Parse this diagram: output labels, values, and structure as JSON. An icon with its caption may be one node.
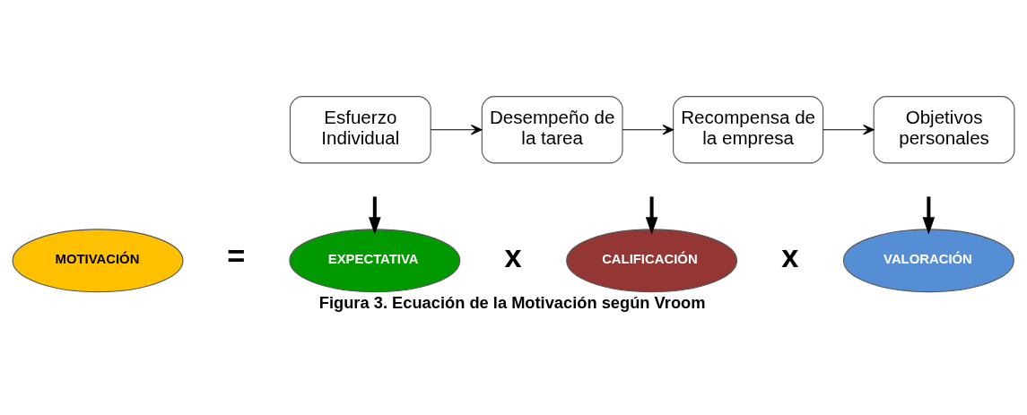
{
  "diagram": {
    "caption": "Figura 3. Ecuación de la Motivación según Vroom",
    "nodes": [
      {
        "text": [
          "Esfuerzo Individual"
        ]
      },
      {
        "text": [
          "Desempeño de la tarea"
        ]
      },
      {
        "text": [
          "Recompensa de la empresa"
        ]
      },
      {
        "text": [
          "Objetivos personales"
        ]
      },
      {
        "text": [
          "MOTIVACIÓN"
        ]
      },
      {
        "text": [
          "EXPECTATIVA"
        ]
      },
      {
        "text": [
          "CALIFICACIÓN"
        ]
      },
      {
        "text": [
          "VALORACIÓN"
        ]
      }
    ],
    "edges": [
      {
        "from": 0,
        "to": 1,
        "arrow": "to"
      },
      {
        "from": 1,
        "to": 2,
        "arrow": "to"
      },
      {
        "from": 2,
        "to": 3,
        "arrow": "to"
      },
      {
        "from": null,
        "to": 5,
        "arrow": "to",
        "style": "thick"
      },
      {
        "from": null,
        "to": 6,
        "arrow": "to",
        "style": "thick"
      },
      {
        "from": null,
        "to": 7,
        "arrow": "to",
        "style": "thick"
      }
    ],
    "labels": [
      "=",
      "x",
      "x"
    ]
  }
}
